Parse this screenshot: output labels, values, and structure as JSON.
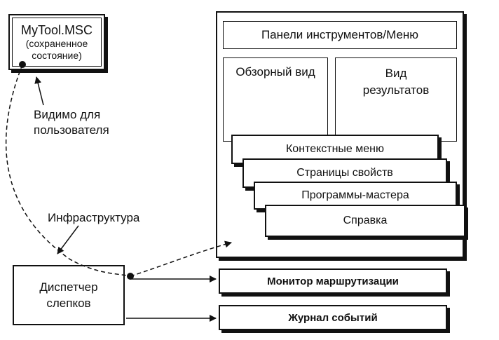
{
  "file_node": {
    "name": "MyTool.MSC",
    "subtitle_line1": "(сохраненное",
    "subtitle_line2": "состояние)"
  },
  "labels": {
    "visible_line1": "Видимо для",
    "visible_line2": "пользователя",
    "infrastructure": "Инфраструктура"
  },
  "console": {
    "toolbar": "Панели инструментов/Меню",
    "scope_view": "Обзорный вид",
    "result_view_line1": "Вид",
    "result_view_line2": "результатов",
    "stack": [
      "Контекстные меню",
      "Страницы свойств",
      "Программы-мастера",
      "Справка"
    ]
  },
  "snapin_manager": {
    "line1": "Диспетчер",
    "line2": "слепков"
  },
  "services": {
    "routing_monitor": "Монитор маршрутизации",
    "event_log": "Журнал событий"
  }
}
